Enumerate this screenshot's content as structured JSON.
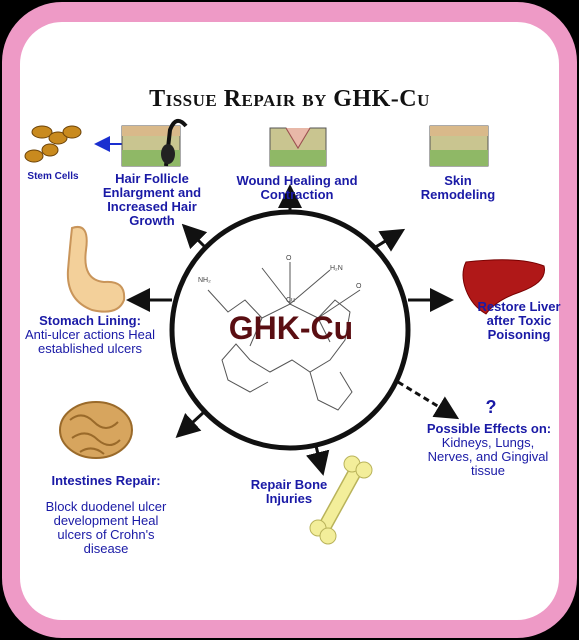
{
  "title": "Tissue Repair by GHK-Cu",
  "center": "GHK-Cu",
  "labels": {
    "stem_cells": "Stem Cells",
    "hair_follicle": "Hair Follicle Enlargment and Increased Hair Growth",
    "wound_healing": "Wound Healing and Contraction",
    "skin_remodeling": "Skin Remodeling",
    "stomach": "Stomach Lining:",
    "stomach_desc": "Anti-ulcer actions Heal established ulcers",
    "restore_liver": "Restore Liver after Toxic Poisoning",
    "possible_q": "?",
    "possible_title": "Possible Effects on:",
    "possible_desc": "Kidneys, Lungs, Nerves, and Gingival tissue",
    "intestines": "Intestines Repair:",
    "intestines_desc": "Block duodenel ulcer development Heal ulcers of Crohn's disease",
    "bone": "Repair Bone Injuries"
  },
  "colors": {
    "frame": "#ee9ac6",
    "label": "#1a1aa6",
    "center_text": "#5a0e12",
    "liver": "#b01818",
    "bone": "#f3ee9a"
  },
  "icons": [
    "stem-cells-icon",
    "hair-follicle-skin-icon",
    "wound-skin-icon",
    "skin-block-icon",
    "stomach-icon",
    "liver-icon",
    "intestines-icon",
    "bone-icon",
    "molecule-structure"
  ]
}
